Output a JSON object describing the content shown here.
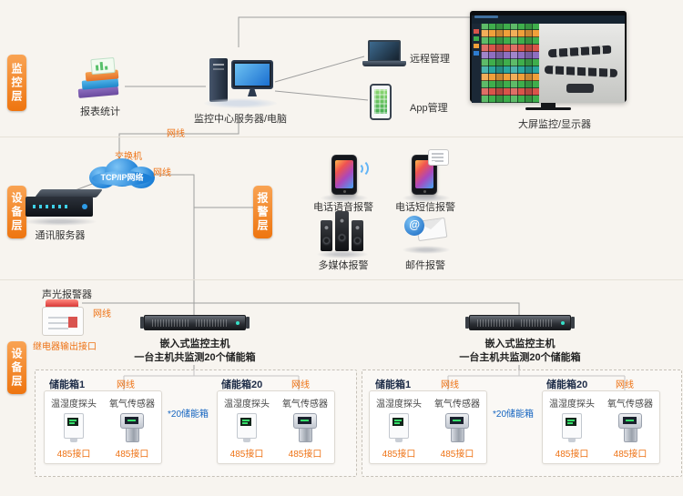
{
  "layers": {
    "monitoring": "监控层",
    "device_mid": "设备层",
    "alarm": "报警层",
    "device_bottom": "设备层"
  },
  "common": {
    "netcable": "网线"
  },
  "monitor_layer": {
    "report_stats": "报表统计",
    "center_server": "监控中心服务器/电脑",
    "remote_mgmt": "远程管理",
    "app_mgmt": "App管理",
    "big_screen": "大屏监控/显示器"
  },
  "network": {
    "switch": "交换机",
    "cloud": "TCP/IP网络",
    "comm_server": "通讯服务器"
  },
  "alarm_layer": {
    "voice": "电话语音报警",
    "sms": "电话短信报警",
    "media": "多媒体报警",
    "mail": "邮件报警"
  },
  "device_layer": {
    "sound_light": "声光报警器",
    "relay_port": "继电器输出接口",
    "host": "嵌入式监控主机",
    "host_desc": "一台主机共监测20个储能箱",
    "box_first": "储能箱1",
    "box_last": "储能箱20",
    "box_more": "*20储能箱",
    "temp_probe": "温湿度探头",
    "oxygen": "氧气传感器",
    "port485": "485接口"
  },
  "colors": {
    "accent_orange": "#ee7510",
    "cloud_blue": "#1c7fd6",
    "line_gray": "#9e9e9e",
    "blue_text": "#1565c0"
  }
}
